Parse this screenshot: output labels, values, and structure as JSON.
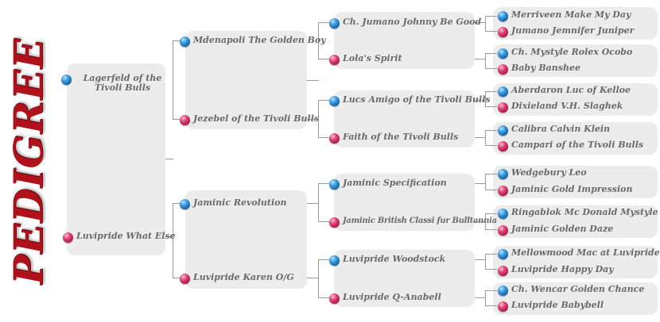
{
  "title": "PEDIGREE",
  "pedigree": {
    "gen1": [
      {
        "name": "Lagerfeld of the Tivoli Bulls",
        "sex": "male"
      },
      {
        "name": "Luvipride What Else",
        "sex": "female"
      }
    ],
    "gen2": [
      {
        "name": "Mdenapoli The Golden Boy",
        "sex": "male"
      },
      {
        "name": "Jezebel of the Tivoli Bulls",
        "sex": "female"
      },
      {
        "name": "Jaminic Revolution",
        "sex": "male"
      },
      {
        "name": "Luvipride Karen O/G",
        "sex": "female"
      }
    ],
    "gen3": [
      {
        "name": "Ch. Jumano Johnny Be Good",
        "sex": "male"
      },
      {
        "name": "Lola's Spirit",
        "sex": "female"
      },
      {
        "name": "Lucs Amigo of the Tivoli Bulls",
        "sex": "male"
      },
      {
        "name": "Faith of the Tivoli Bulls",
        "sex": "female"
      },
      {
        "name": "Jaminic Specification",
        "sex": "male"
      },
      {
        "name": "Jaminic British Classi fur Bulltannia",
        "sex": "female"
      },
      {
        "name": "Luvipride Woodstock",
        "sex": "male"
      },
      {
        "name": "Luvipride Q-Anabell",
        "sex": "female"
      }
    ],
    "gen4": [
      {
        "name": "Merriveen Make My Day",
        "sex": "male"
      },
      {
        "name": "Jumano Jemnifer Juniper",
        "sex": "female"
      },
      {
        "name": "Ch. Mystyle Rolex Ocobo",
        "sex": "male"
      },
      {
        "name": "Baby Banshee",
        "sex": "female"
      },
      {
        "name": "Aberdaron Luc of Kelloe",
        "sex": "male"
      },
      {
        "name": "Dixieland V.H. Slaghek",
        "sex": "female"
      },
      {
        "name": "Calibra Calvin Klein",
        "sex": "male"
      },
      {
        "name": "Campari of the Tivoli Bulls",
        "sex": "female"
      },
      {
        "name": "Wedgebury Leo",
        "sex": "male"
      },
      {
        "name": "Jaminic Gold Impression",
        "sex": "female"
      },
      {
        "name": "Ringablok Mc Donald Mystyle",
        "sex": "male"
      },
      {
        "name": "Jaminic Golden Daze",
        "sex": "female"
      },
      {
        "name": "Mellowmood Mac at Luvipride",
        "sex": "male"
      },
      {
        "name": "Luvipride Happy Day",
        "sex": "female"
      },
      {
        "name": "Ch. Wencar Golden Chance",
        "sex": "male"
      },
      {
        "name": "Luvipride Babybell",
        "sex": "female"
      }
    ]
  }
}
